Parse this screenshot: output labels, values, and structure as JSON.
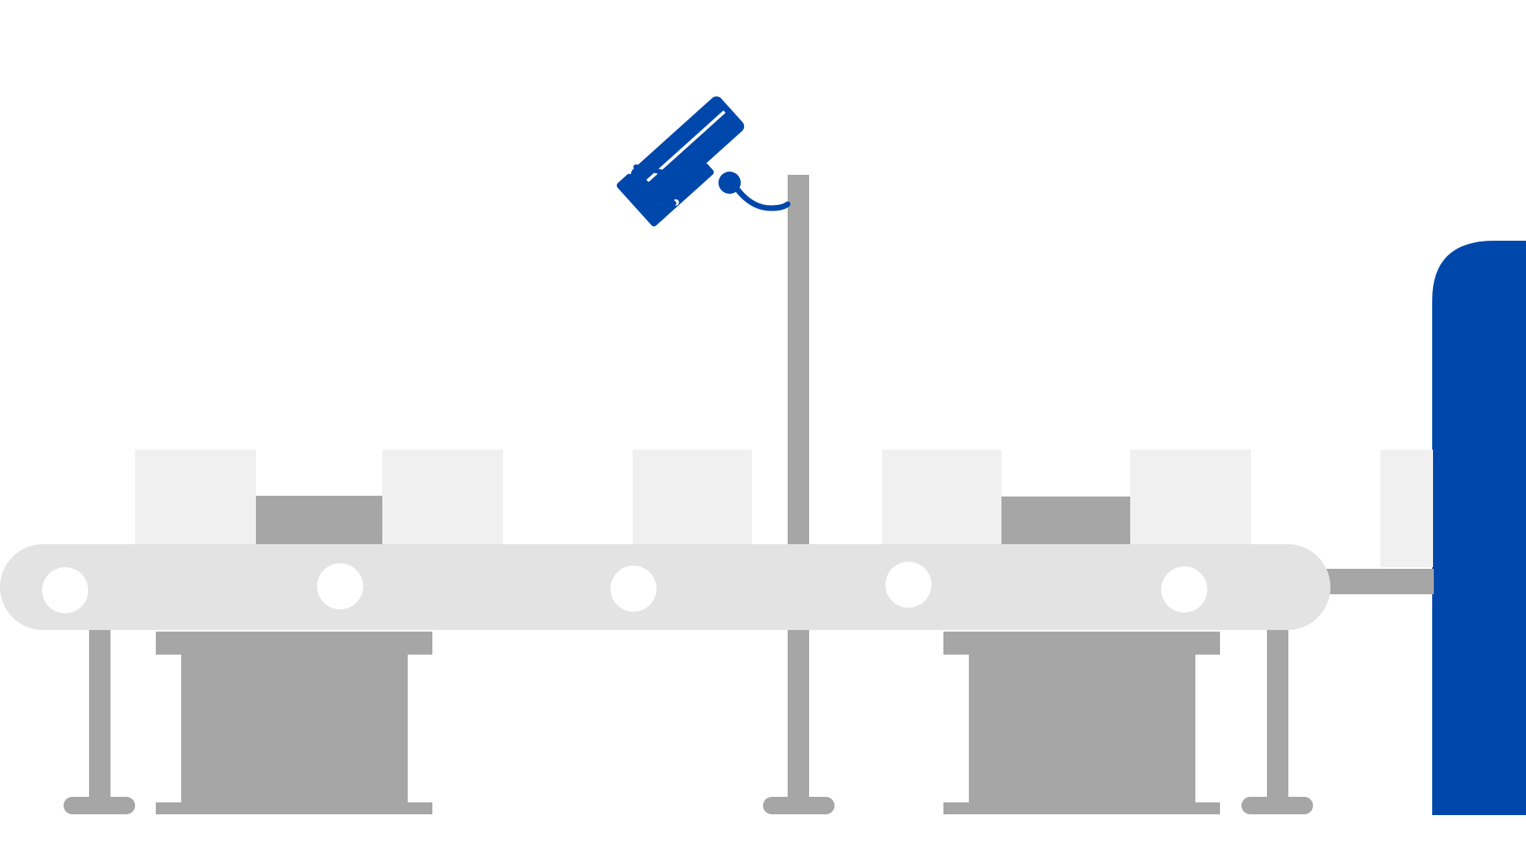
{
  "scene": {
    "name": "conveyor-inspection-illustration",
    "colors": {
      "background": "#ffffff",
      "accent_blue": "#0047AB",
      "metal_gray": "#A6A6A6",
      "belt_light": "#E3E3E3",
      "box_light": "#F0F0F0",
      "roller_white": "#FFFFFF"
    },
    "icons": {
      "camera": "security-camera-icon"
    },
    "counts": {
      "rollers": 5,
      "light_boxes": 6,
      "dark_blocks": 2,
      "legs": 3,
      "leg_cabinets": 2
    }
  }
}
